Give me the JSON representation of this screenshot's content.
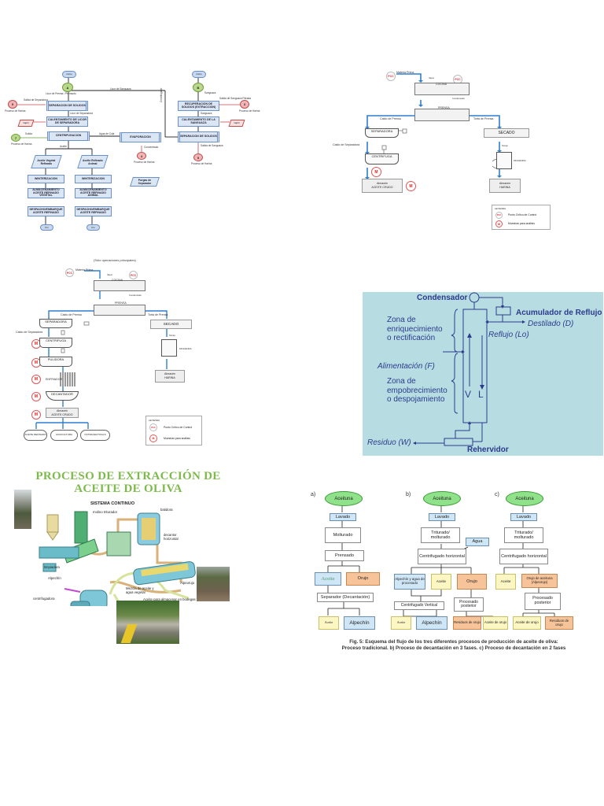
{
  "figure1": {
    "start_left": "Inicio",
    "start_right": "Inicio",
    "circle_a": "A",
    "circle_b": "B",
    "boxes": {
      "separacion": "SEPARACION DE SOLIDOS",
      "calentamiento_licor": "CALENTAMIENTO DE LICOR DE SEPARADORA",
      "centrifugacion": "CENTRIFUGACION",
      "evaporacion": "EVAPORACION",
      "recuperacion": "RECUPERACION DE SOLIDOS (EXTRACCION)",
      "calentamiento_sanguaza": "CALENTAMIENTO DE LA SANGUAZA",
      "separacion_solidos": "SEPARACION DE SOLIDOS",
      "winterizacion_1": "WINTERIZACION",
      "winterizacion_2": "WINTERIZACION",
      "almacenamiento_1": "ALMACENAMIENTO ACEITE REFINADO VEGETAL",
      "almacenamiento_2": "ALMACENAMIENTO ACEITE REFINADO ANIMAL",
      "despacho_1": "DESPACHO/EMBARQUE ACEITE REFINADO",
      "despacho_2": "DESPACHO/EMBARQUE ACEITE REFINADO"
    },
    "parallelograms": {
      "aceite_1": "Aceite Vegetal Refinado",
      "aceite_2": "Aceite Refinado Animal",
      "purga": "Purgas de Separador",
      "vapor_1": "Vapor",
      "vapor_2": "Vapor"
    },
    "labels": {
      "licor_prensa": "Licor de Prensa / Prensado",
      "salida_separadora": "Salida de Separadora",
      "licor_separadora": "Licor de Separadora",
      "solida": "Solida",
      "agua_cola": "Agua de Cola",
      "aceite": "Aceite",
      "concentrado": "Concentrado",
      "licor_sanguaza": "Licor de Sanguaza",
      "sanguaza": "Sanguaza",
      "salida_sanguaza": "Salida de Sanguaza Filtrada",
      "sanguaza_2": "Sanguaza",
      "salida_sanguaza_2": "Salida de Sanguaza",
      "centrifugado": "Centrifugado",
      "proceso_harina": "Proceso de Harina",
      "fin": "Fin"
    },
    "circles": [
      "5",
      "7",
      "4",
      "3",
      "5"
    ]
  },
  "figure2": {
    "materia_prima": "Materia Prima",
    "vapor": "Vapor",
    "cocina": "COCINA",
    "condensado": "Condensado",
    "prensa": "PRENSA",
    "caldo_prensa": "Caldo de Prensa",
    "torta_prensa": "Torta de Prensa",
    "separadora": "SEPARADORA",
    "caldo_separadora": "Caldo de Separadora",
    "centrifuga": "CENTRIFUGA",
    "secado": "SECADO",
    "scrap": "Scrap",
    "molienda": "MOLIENDA",
    "almacen_aceite": [
      "Almacén",
      "ACEITE CRUDO"
    ],
    "almacen_harina": [
      "Almacén",
      "HARINA"
    ],
    "pcc": "PCC",
    "m": "M",
    "legend": {
      "title": "LEYENDA",
      "pcc_label": "Punto Crítico de Control",
      "m_label": "Muestras para análisis"
    }
  },
  "figure3": {
    "subtitle": "(Sólo operaciones principales)",
    "materia_prima": "Materia Prima",
    "vapor": "Vapor",
    "cocina": "COCINA",
    "condensado": "Condensado",
    "prensa": "PRENSA",
    "caldo_prensa": "Caldo de Prensa",
    "torta_prensa": "Torta de Prensa",
    "separadora": "SEPARADORA",
    "caldo_separadora": "Caldo de Separadora",
    "centrifuga": "CENTRIFUGA",
    "pulidora": "PULIDORA",
    "enfriador": "ENFRIADOR",
    "decantador": "DECANTADOR",
    "almacen_aceite": [
      "Almacén",
      "ACEITE CRUDO"
    ],
    "secado": "SECADO",
    "scrap": "Scrap",
    "molienda": "MOLIENDA",
    "almacen_harina": [
      "Almacén",
      "HARINA"
    ],
    "outputs": [
      "ACEITE REFINADO",
      "ACUICULTURA",
      "NUTRACEUTICALS"
    ],
    "pcc": "PCC",
    "m": "M",
    "legend": {
      "title": "LEYENDA",
      "pcc_label": "Punto Crítico de Control",
      "m_label": "Muestras para análisis"
    }
  },
  "figure4": {
    "condensador": "Condensador",
    "acumulador": "Acumulador de Reflujo",
    "destilado": "Destilado (D)",
    "reflujo": "Reflujo (Lo)",
    "zona_enriquecimiento": [
      "Zona de",
      "enriquecimiento",
      "o rectificación"
    ],
    "alimentacion": "Alimentación (F)",
    "zona_empobrecimiento": [
      "Zona de",
      "empobrecimiento",
      "o despojamiento"
    ],
    "v": "V",
    "l": "L",
    "residuo": "Residuo (W)",
    "rehervidor": "Rehervidor",
    "background": "#b7dde2",
    "text_color": "#2b3a8c"
  },
  "figure5": {
    "title_line1": "PROCESO DE EXTRACCIÓN DE",
    "title_line2": "ACEITE DE OLIVA",
    "sistema": "SISTEMA CONTINUO",
    "labels": {
      "molino": "molino triturador",
      "batidora": "batidora",
      "decantor": "decantor horizontal",
      "limpiadora": "limpiadora",
      "alpechin": "Alpechín",
      "alpeorujo": "Alpeorujo",
      "centrifugadora": "centrifugadora",
      "mezcla": "Mezcla de aceite y agua vegetal",
      "aceite_almacen": "Aceite para almacenar en bodegas y posterior envasado"
    },
    "title_color": "#7dba4a"
  },
  "figure6": {
    "a": {
      "tag": "a)",
      "aceituna": "Aceituna",
      "lavado": "Lavado",
      "molturado": "Molturado",
      "prensado": "Prensado",
      "aceite": "Aceite",
      "orujo": "Orujo",
      "separador": "Separador (Decantación)",
      "aceite_out": "Aceite",
      "alpechin": "Alpechín"
    },
    "b": {
      "tag": "b)",
      "aceituna": "Aceituna",
      "lavado": "Lavado",
      "triturado": "Triturado/ molturado",
      "agua": "Agua",
      "centrifugado_h": "Centrifugado horizontal",
      "alpechin_agua": "Alpechín y agua de procesado",
      "aceite": "Aceite",
      "orujo": "Orujo",
      "centrifugado_v": "Centrifugado Vertical",
      "procesado": "Procesado posterior",
      "aceite_out": "Aceite",
      "alpechin": "Alpechín",
      "residuos": "Residuos de orujo",
      "aceite_orujo": "Aceite de orujo"
    },
    "c": {
      "tag": "c)",
      "aceituna": "Aceituna",
      "lavado": "Lavado",
      "triturado": "Triturado/ molturado",
      "centrifugado_h": "Centrifugado horizontal",
      "aceite": "Aceite",
      "orujo_aceituna": "Orujo de aceituna (Alpeorujo)",
      "procesado": "Procesado posterior",
      "aceite_orujo": "Aceite de orujo",
      "residuos": "Residuos de orujo"
    },
    "caption_line1": "Fig.  5: Esquema del flujo de los tres diferentes procesos de producción de aceite de oliva:",
    "caption_line2": "Proceso tradicional. b) Proceso de decantación en 3 fases. c) Proceso de decantación en 2 fases"
  }
}
